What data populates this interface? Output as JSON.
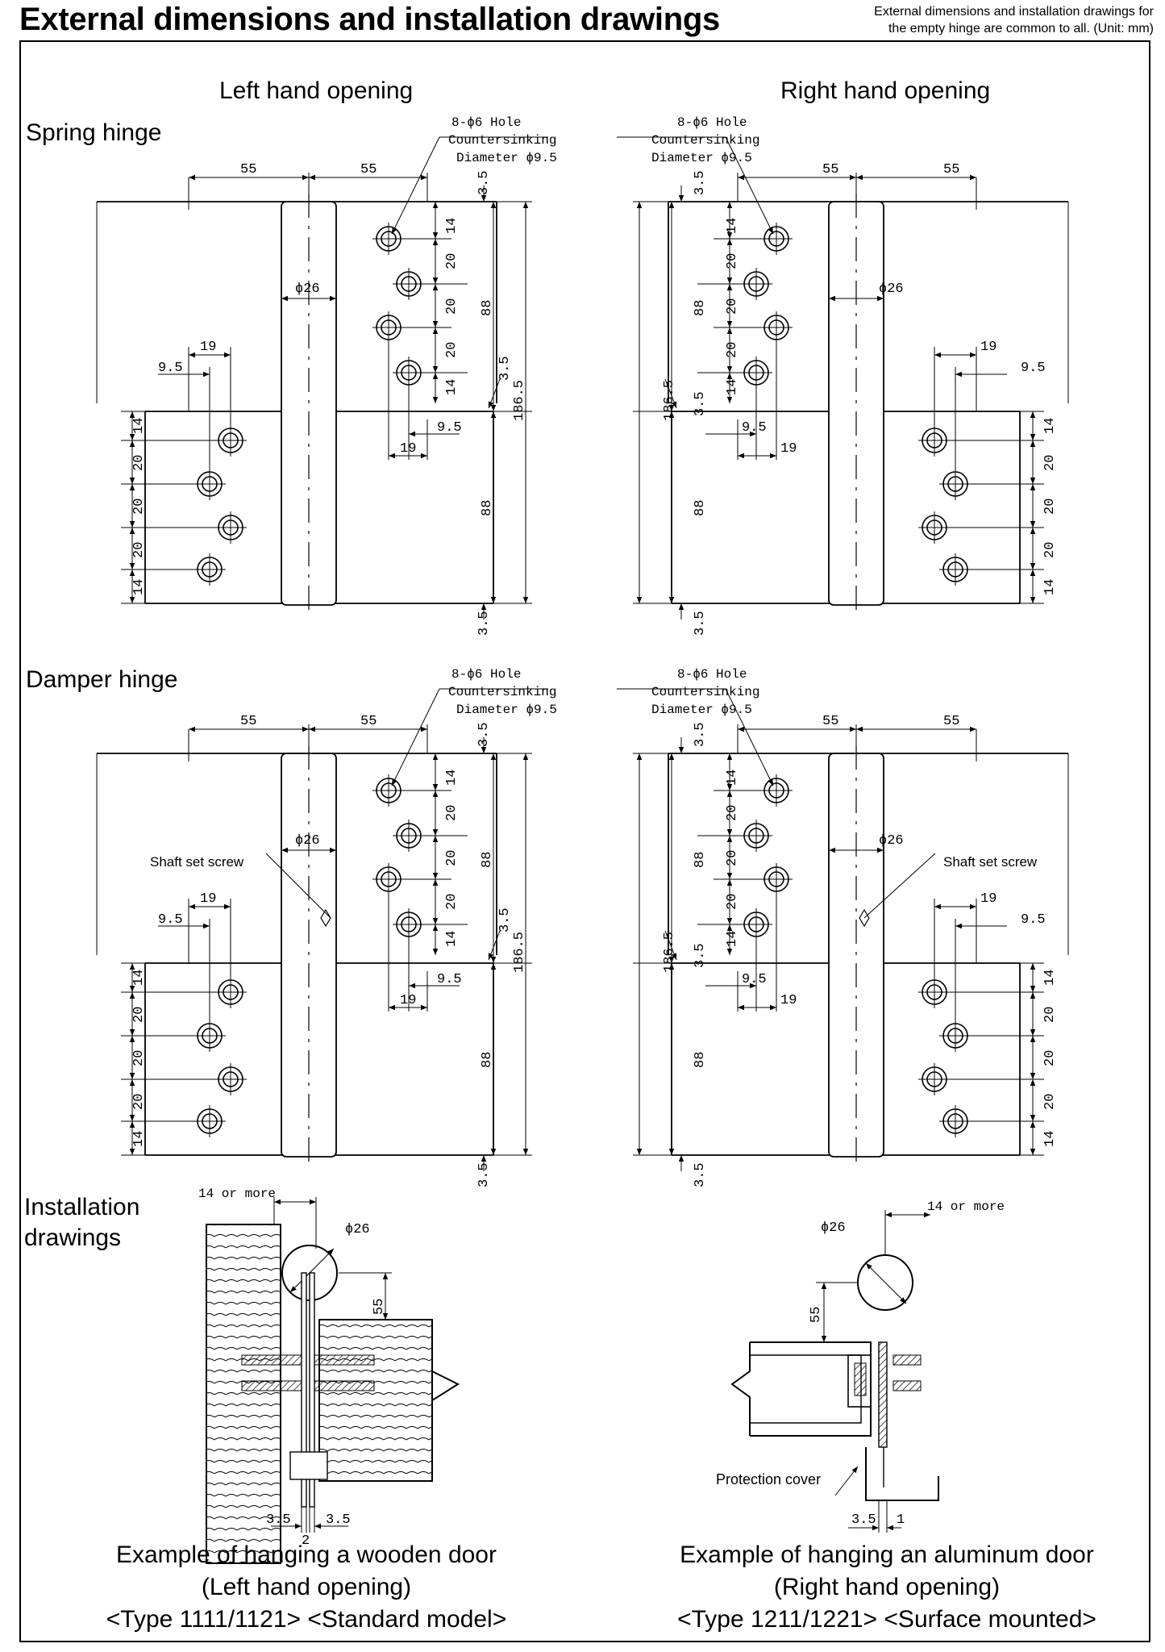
{
  "header": {
    "title": "External dimensions and installation drawings",
    "note_line1": "External dimensions and installation drawings for",
    "note_line2": "the empty hinge are common to all. (Unit: mm)"
  },
  "columns": {
    "left": "Left hand opening",
    "right": "Right hand opening"
  },
  "sections": {
    "spring": "Spring hinge",
    "damper": "Damper hinge",
    "install_line1": "Installation",
    "install_line2": "drawings"
  },
  "callouts": {
    "hole": "8-ϕ6 Hole",
    "countersink": "Countersinking",
    "diameter": "Diameter ϕ9.5",
    "shaft_set_screw": "Shaft set screw",
    "fourteen_or_more": "14 or more",
    "protection_cover": "Protection cover",
    "phi26": "ϕ26"
  },
  "dimensions": {
    "d55": "55",
    "d35": "3.5",
    "d14": "14",
    "d20": "20",
    "d88": "88",
    "d1865": "186.5",
    "d19": "19",
    "d95": "9.5",
    "d2": "2",
    "d1": "1"
  },
  "captions": {
    "left_line1": "Example of hanging a wooden door",
    "left_line2": "(Left hand opening)",
    "left_line3": "<Type 1111/1121> <Standard model>",
    "right_line1": "Example of hanging an aluminum door",
    "right_line2": "(Right hand opening)",
    "right_line3": "<Type 1211/1221> <Surface mounted>"
  }
}
